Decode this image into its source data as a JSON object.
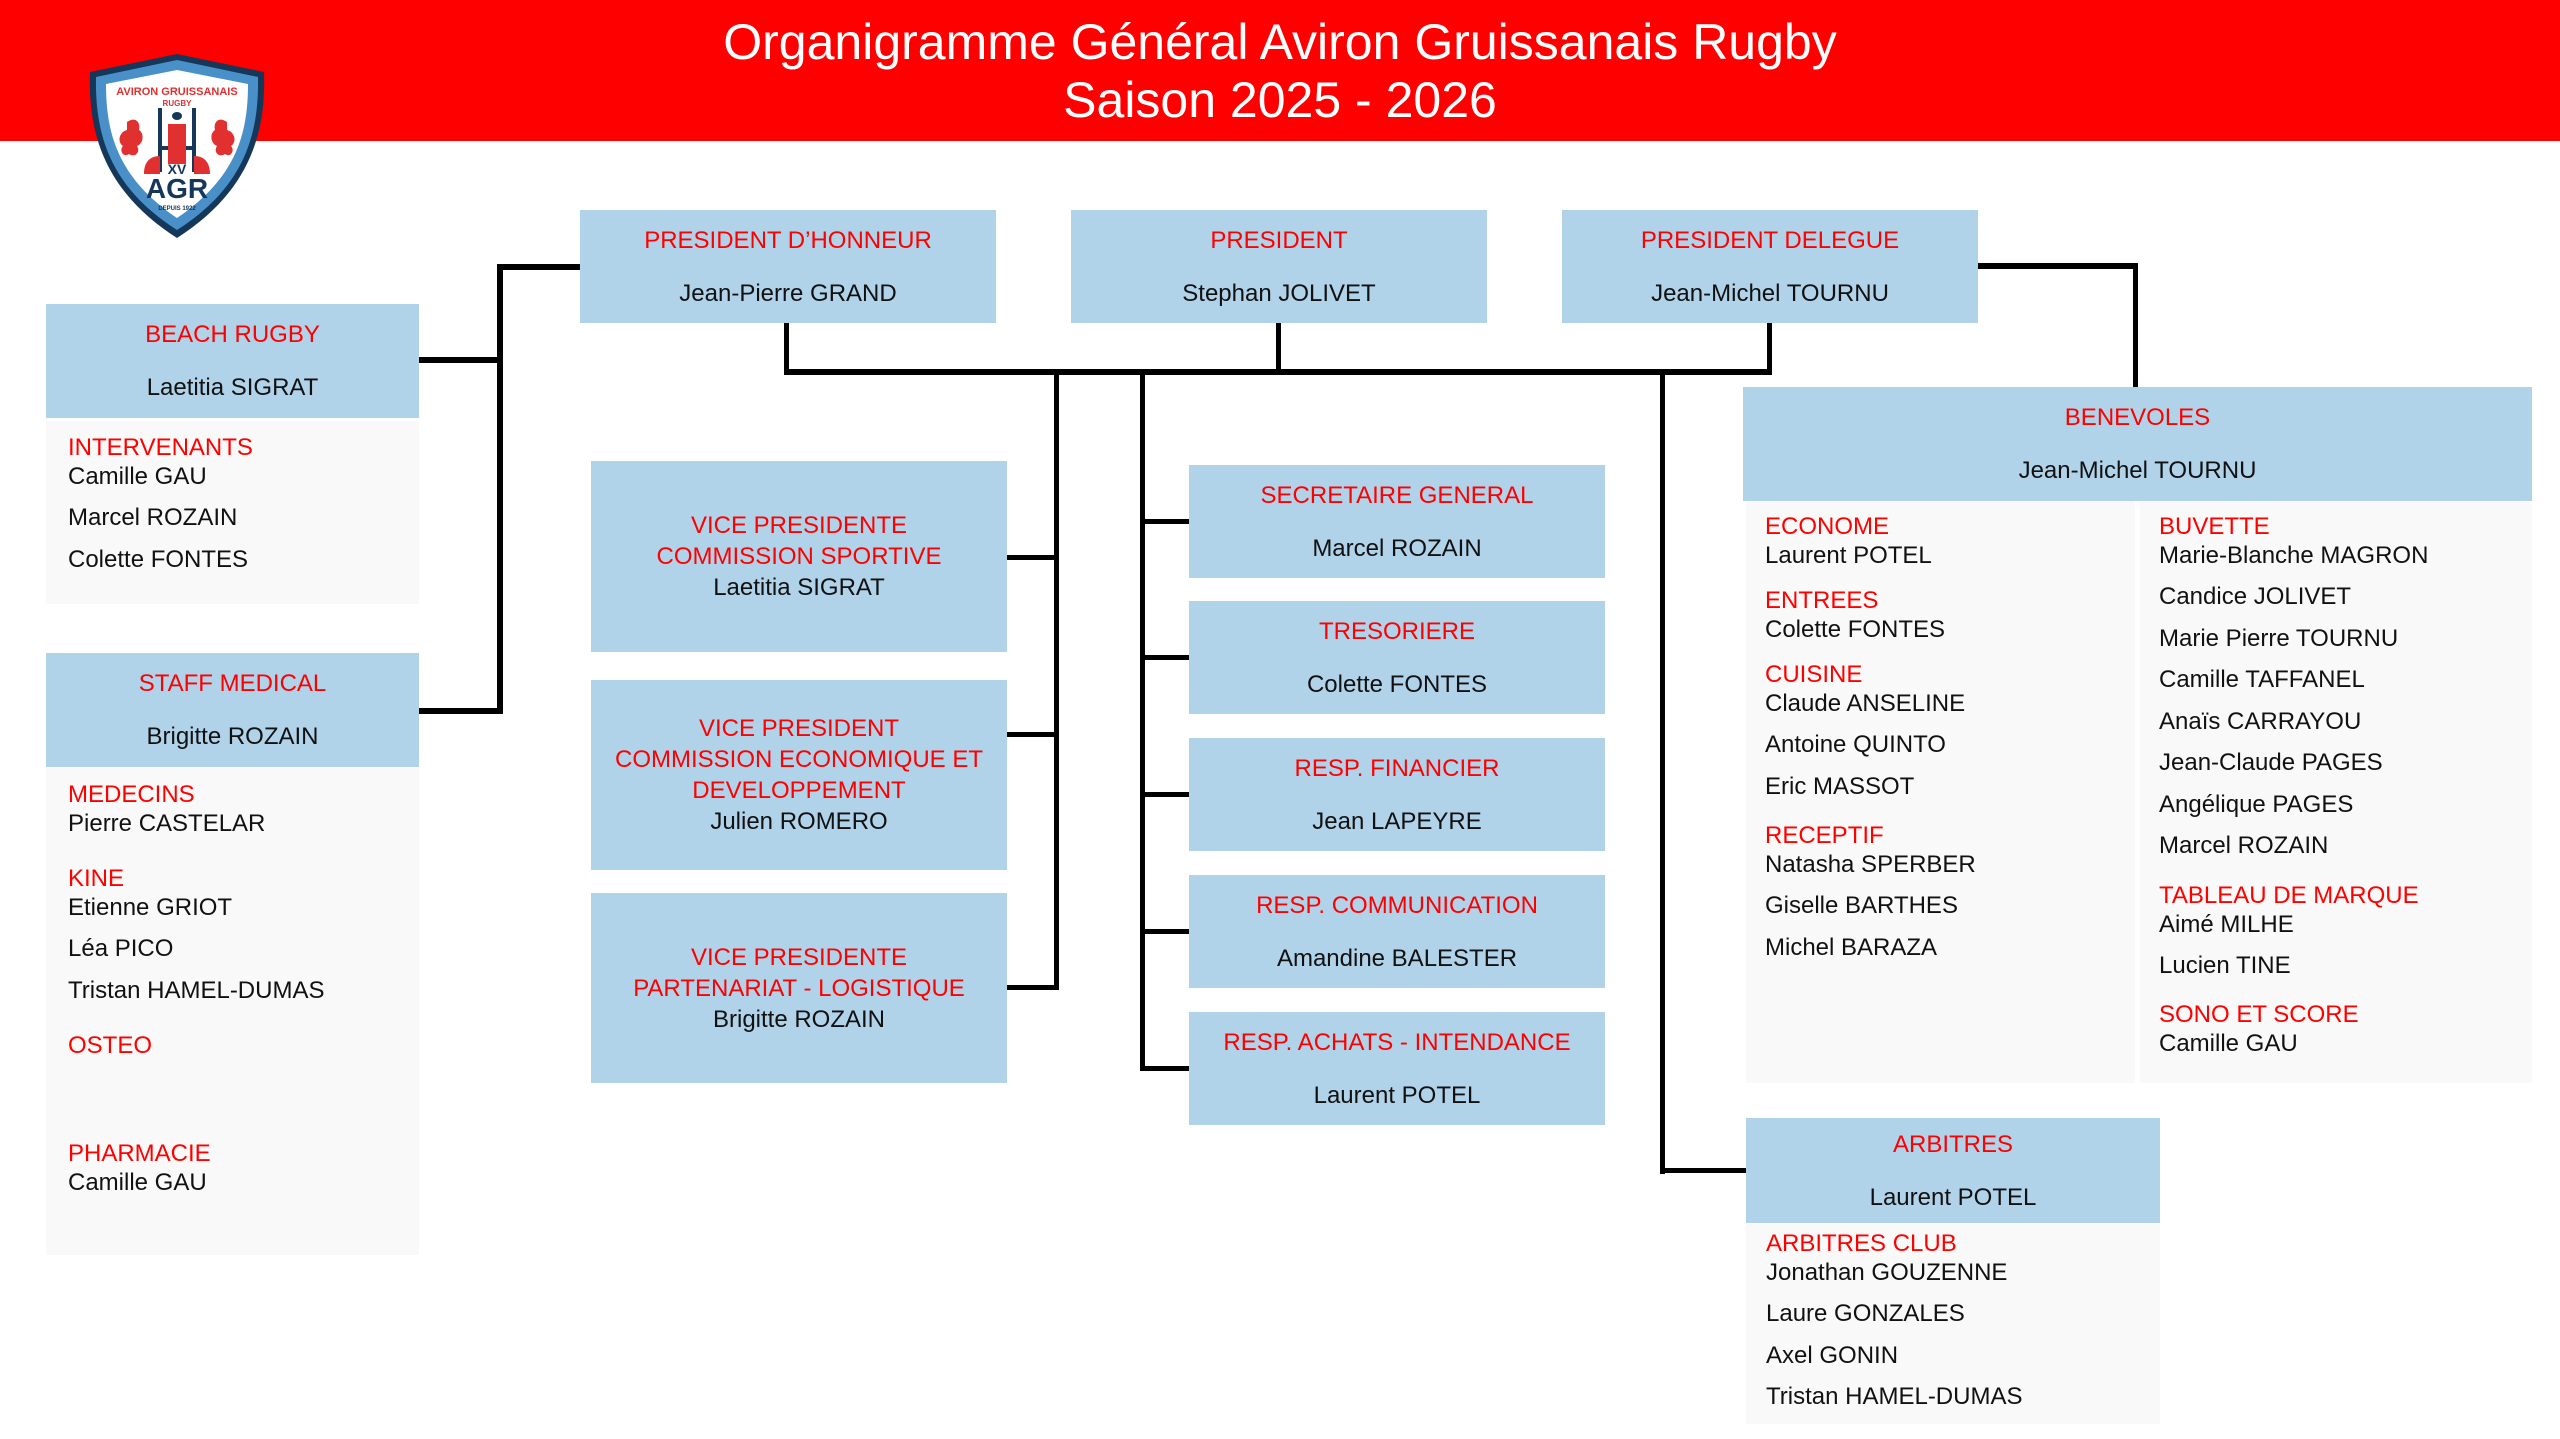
{
  "header": {
    "title_line1": "Organigramme Général Aviron Gruissanais Rugby",
    "title_line2": "Saison 2025 - 2026"
  },
  "logo": {
    "arc_text": "AVIRON GRUISSANAIS",
    "sub_text": "RUGBY",
    "badge": "XV",
    "initials": "AGR",
    "since": "DEPUIS 1922"
  },
  "colors": {
    "header_red": "#ff0000",
    "box_blue": "#b0d3ea",
    "panel_grey": "#f9f9f9",
    "role_red": "#ff0000",
    "logo_blue": "#4a90c8",
    "logo_navy": "#15375a"
  },
  "top": {
    "president_honneur": {
      "role": "PRESIDENT D’HONNEUR",
      "name": "Jean-Pierre GRAND"
    },
    "president": {
      "role": "PRESIDENT",
      "name": "Stephan JOLIVET"
    },
    "president_delegue": {
      "role": "PRESIDENT DELEGUE",
      "name": "Jean-Michel TOURNU"
    }
  },
  "left": {
    "beach_rugby": {
      "role": "BEACH RUGBY",
      "name": "Laetitia SIGRAT",
      "groups": [
        {
          "title": "INTERVENANTS",
          "members": [
            "Camille GAU",
            "Marcel ROZAIN",
            "Colette FONTES"
          ]
        }
      ]
    },
    "staff_medical": {
      "role": "STAFF MEDICAL",
      "name": "Brigitte ROZAIN",
      "groups": [
        {
          "title": "MEDECINS",
          "members": [
            "Pierre CASTELAR"
          ]
        },
        {
          "title": "KINE",
          "members": [
            "Etienne GRIOT",
            "Léa PICO",
            "Tristan HAMEL-DUMAS"
          ]
        },
        {
          "title": "OSTEO",
          "members": []
        },
        {
          "title": "PHARMACIE",
          "members": [
            "Camille GAU"
          ]
        }
      ]
    }
  },
  "vice_presidents": [
    {
      "role_line1": "VICE PRESIDENTE",
      "role_line2": "COMMISSION SPORTIVE",
      "role_line3": "",
      "name": "Laetitia SIGRAT"
    },
    {
      "role_line1": "VICE PRESIDENT",
      "role_line2": "COMMISSION ECONOMIQUE ET",
      "role_line3": "DEVELOPPEMENT",
      "name": "Julien ROMERO"
    },
    {
      "role_line1": "VICE PRESIDENTE",
      "role_line2": "PARTENARIAT - LOGISTIQUE",
      "role_line3": "",
      "name": "Brigitte ROZAIN"
    }
  ],
  "officers": [
    {
      "role": "SECRETAIRE GENERAL",
      "name": "Marcel ROZAIN"
    },
    {
      "role": "TRESORIERE",
      "name": "Colette FONTES"
    },
    {
      "role": "RESP. FINANCIER",
      "name": "Jean LAPEYRE"
    },
    {
      "role": "RESP. COMMUNICATION",
      "name": "Amandine BALESTER"
    },
    {
      "role": "RESP. ACHATS - INTENDANCE",
      "name": "Laurent POTEL"
    }
  ],
  "benevoles": {
    "role": "BENEVOLES",
    "name": "Jean-Michel TOURNU",
    "left_groups": [
      {
        "title": "ECONOME",
        "members": [
          "Laurent POTEL"
        ]
      },
      {
        "title": "ENTREES",
        "members": [
          "Colette FONTES"
        ]
      },
      {
        "title": "CUISINE",
        "members": [
          "Claude ANSELINE",
          "Antoine QUINTO",
          "Eric MASSOT"
        ]
      },
      {
        "title": "RECEPTIF",
        "members": [
          "Natasha SPERBER",
          "Giselle BARTHES",
          "Michel BARAZA"
        ]
      }
    ],
    "right_groups": [
      {
        "title": "BUVETTE",
        "members": [
          "Marie-Blanche MAGRON",
          "Candice JOLIVET",
          "Marie Pierre TOURNU",
          "Camille TAFFANEL",
          "Anaïs CARRAYOU",
          "Jean-Claude PAGES",
          "Angélique PAGES",
          "Marcel ROZAIN"
        ]
      },
      {
        "title": "TABLEAU DE MARQUE",
        "members": [
          "Aimé MILHE",
          "Lucien TINE"
        ]
      },
      {
        "title": "SONO ET SCORE",
        "members": [
          "Camille GAU"
        ]
      }
    ]
  },
  "arbitres": {
    "role": "ARBITRES",
    "name": "Laurent POTEL",
    "groups": [
      {
        "title": "ARBITRES CLUB",
        "members": [
          "Jonathan GOUZENNE",
          "Laure GONZALES",
          "Axel GONIN",
          "Tristan HAMEL-DUMAS"
        ]
      }
    ]
  }
}
